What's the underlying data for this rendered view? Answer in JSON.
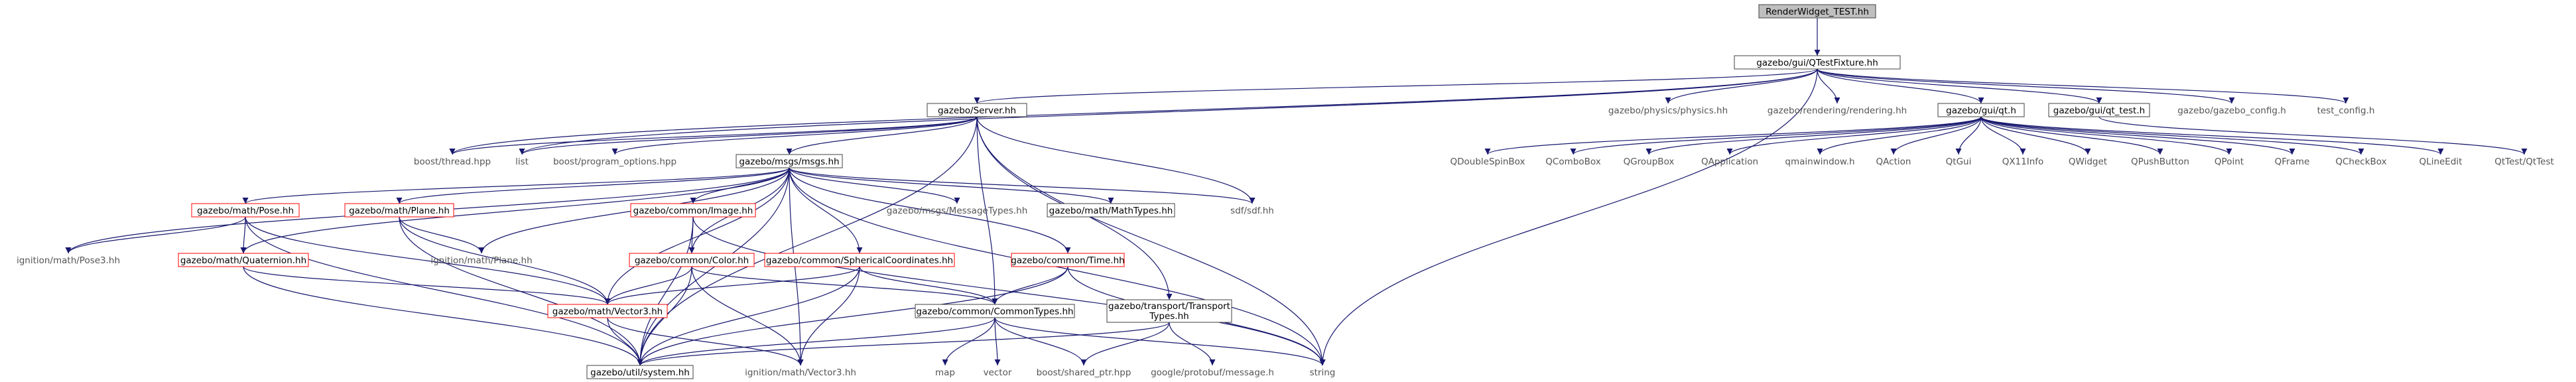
{
  "graph": {
    "colors": {
      "edge": "#191970",
      "node_border": "#404040",
      "node_border_red": "#ff0000",
      "root_fill": "#bfbfbf",
      "ext_text": "#555555"
    },
    "nodes": [
      {
        "id": "root",
        "label": "RenderWidget_TEST.hh",
        "style": "root"
      },
      {
        "id": "qtestfixture",
        "label": "gazebo/gui/QTestFixture.hh",
        "style": "plain"
      },
      {
        "id": "server",
        "label": "gazebo/Server.hh",
        "style": "plain"
      },
      {
        "id": "physics",
        "label": "gazebo/physics/physics.hh",
        "style": "ext"
      },
      {
        "id": "rendering",
        "label": "gazebo/rendering/rendering.hh",
        "style": "ext"
      },
      {
        "id": "qt",
        "label": "gazebo/gui/qt.h",
        "style": "plain"
      },
      {
        "id": "qt_test",
        "label": "gazebo/gui/qt_test.h",
        "style": "plain"
      },
      {
        "id": "gazebo_config",
        "label": "gazebo/gazebo_config.h",
        "style": "ext"
      },
      {
        "id": "test_config",
        "label": "test_config.h",
        "style": "ext"
      },
      {
        "id": "boost_thread",
        "label": "boost/thread.hpp",
        "style": "ext"
      },
      {
        "id": "list",
        "label": "list",
        "style": "ext"
      },
      {
        "id": "program_options",
        "label": "boost/program_options.hpp",
        "style": "ext"
      },
      {
        "id": "msgs",
        "label": "gazebo/msgs/msgs.hh",
        "style": "plain"
      },
      {
        "id": "sdf",
        "label": "sdf/sdf.hh",
        "style": "ext"
      },
      {
        "id": "string",
        "label": "string",
        "style": "ext"
      },
      {
        "id": "qdoublespinbox",
        "label": "QDoubleSpinBox",
        "style": "ext"
      },
      {
        "id": "qcombobox",
        "label": "QComboBox",
        "style": "ext"
      },
      {
        "id": "qgroupbox",
        "label": "QGroupBox",
        "style": "ext"
      },
      {
        "id": "qapplication",
        "label": "QApplication",
        "style": "ext"
      },
      {
        "id": "qmainwindow",
        "label": "qmainwindow.h",
        "style": "ext"
      },
      {
        "id": "qaction",
        "label": "QAction",
        "style": "ext"
      },
      {
        "id": "qtgui",
        "label": "QtGui",
        "style": "ext"
      },
      {
        "id": "qx11info",
        "label": "QX11Info",
        "style": "ext"
      },
      {
        "id": "qwidget",
        "label": "QWidget",
        "style": "ext"
      },
      {
        "id": "qpushbutton",
        "label": "QPushButton",
        "style": "ext"
      },
      {
        "id": "qpoint",
        "label": "QPoint",
        "style": "ext"
      },
      {
        "id": "qframe",
        "label": "QFrame",
        "style": "ext"
      },
      {
        "id": "qcheckbox",
        "label": "QCheckBox",
        "style": "ext"
      },
      {
        "id": "qlineedit",
        "label": "QLineEdit",
        "style": "ext"
      },
      {
        "id": "qttest",
        "label": "QtTest/QtTest",
        "style": "ext"
      },
      {
        "id": "pose",
        "label": "gazebo/math/Pose.hh",
        "style": "red"
      },
      {
        "id": "plane",
        "label": "gazebo/math/Plane.hh",
        "style": "red"
      },
      {
        "id": "image",
        "label": "gazebo/common/Image.hh",
        "style": "red"
      },
      {
        "id": "messagetypes",
        "label": "gazebo/msgs/MessageTypes.hh",
        "style": "ext"
      },
      {
        "id": "mathtypes",
        "label": "gazebo/math/MathTypes.hh",
        "style": "plain"
      },
      {
        "id": "pose3",
        "label": "ignition/math/Pose3.hh",
        "style": "ext"
      },
      {
        "id": "ign_plane",
        "label": "ignition/math/Plane.hh",
        "style": "ext"
      },
      {
        "id": "quaternion",
        "label": "gazebo/math/Quaternion.hh",
        "style": "red"
      },
      {
        "id": "color",
        "label": "gazebo/common/Color.hh",
        "style": "red"
      },
      {
        "id": "spherical",
        "label": "gazebo/common/SphericalCoordinates.hh",
        "style": "red"
      },
      {
        "id": "time",
        "label": "gazebo/common/Time.hh",
        "style": "red"
      },
      {
        "id": "vector3",
        "label": "gazebo/math/Vector3.hh",
        "style": "red"
      },
      {
        "id": "commontypes",
        "label": "gazebo/common/CommonTypes.hh",
        "style": "plain"
      },
      {
        "id": "transporttypes",
        "label": "gazebo/transport/Transport\nTypes.hh",
        "style": "plain"
      },
      {
        "id": "system",
        "label": "gazebo/util/system.hh",
        "style": "plain"
      },
      {
        "id": "ign_vector3",
        "label": "ignition/math/Vector3.hh",
        "style": "ext"
      },
      {
        "id": "map",
        "label": "map",
        "style": "ext"
      },
      {
        "id": "vector",
        "label": "vector",
        "style": "ext"
      },
      {
        "id": "shared_ptr",
        "label": "boost/shared_ptr.hpp",
        "style": "ext"
      },
      {
        "id": "protobuf_message",
        "label": "google/protobuf/message.h",
        "style": "ext"
      }
    ],
    "edges": [
      [
        "root",
        "qtestfixture"
      ],
      [
        "qtestfixture",
        "server"
      ],
      [
        "qtestfixture",
        "physics"
      ],
      [
        "qtestfixture",
        "rendering"
      ],
      [
        "qtestfixture",
        "qt"
      ],
      [
        "qtestfixture",
        "qt_test"
      ],
      [
        "qtestfixture",
        "gazebo_config"
      ],
      [
        "qtestfixture",
        "test_config"
      ],
      [
        "qtestfixture",
        "boost_thread"
      ],
      [
        "qtestfixture",
        "list"
      ],
      [
        "qtestfixture",
        "string"
      ],
      [
        "server",
        "boost_thread"
      ],
      [
        "server",
        "list"
      ],
      [
        "server",
        "program_options"
      ],
      [
        "server",
        "msgs"
      ],
      [
        "server",
        "sdf"
      ],
      [
        "server",
        "string"
      ],
      [
        "server",
        "commontypes"
      ],
      [
        "server",
        "transporttypes"
      ],
      [
        "server",
        "system"
      ],
      [
        "qt",
        "qdoublespinbox"
      ],
      [
        "qt",
        "qcombobox"
      ],
      [
        "qt",
        "qgroupbox"
      ],
      [
        "qt",
        "qapplication"
      ],
      [
        "qt",
        "qmainwindow"
      ],
      [
        "qt",
        "qaction"
      ],
      [
        "qt",
        "qtgui"
      ],
      [
        "qt",
        "qx11info"
      ],
      [
        "qt",
        "qwidget"
      ],
      [
        "qt",
        "qpushbutton"
      ],
      [
        "qt",
        "qpoint"
      ],
      [
        "qt",
        "qframe"
      ],
      [
        "qt",
        "qcheckbox"
      ],
      [
        "qt",
        "qlineedit"
      ],
      [
        "qt_test",
        "qttest"
      ],
      [
        "msgs",
        "pose"
      ],
      [
        "msgs",
        "plane"
      ],
      [
        "msgs",
        "image"
      ],
      [
        "msgs",
        "messagetypes"
      ],
      [
        "msgs",
        "mathtypes"
      ],
      [
        "msgs",
        "sdf"
      ],
      [
        "msgs",
        "pose3"
      ],
      [
        "msgs",
        "ign_plane"
      ],
      [
        "msgs",
        "quaternion"
      ],
      [
        "msgs",
        "color"
      ],
      [
        "msgs",
        "spherical"
      ],
      [
        "msgs",
        "time"
      ],
      [
        "msgs",
        "vector3"
      ],
      [
        "msgs",
        "system"
      ],
      [
        "msgs",
        "string"
      ],
      [
        "msgs",
        "ign_vector3"
      ],
      [
        "pose",
        "pose3"
      ],
      [
        "pose",
        "quaternion"
      ],
      [
        "pose",
        "vector3"
      ],
      [
        "pose",
        "system"
      ],
      [
        "plane",
        "ign_plane"
      ],
      [
        "plane",
        "vector3"
      ],
      [
        "plane",
        "system"
      ],
      [
        "image",
        "color"
      ],
      [
        "image",
        "system"
      ],
      [
        "image",
        "string"
      ],
      [
        "quaternion",
        "vector3"
      ],
      [
        "quaternion",
        "system"
      ],
      [
        "color",
        "vector3"
      ],
      [
        "color",
        "system"
      ],
      [
        "color",
        "ign_vector3"
      ],
      [
        "color",
        "commontypes"
      ],
      [
        "spherical",
        "vector3"
      ],
      [
        "spherical",
        "system"
      ],
      [
        "spherical",
        "ign_vector3"
      ],
      [
        "spherical",
        "commontypes"
      ],
      [
        "time",
        "commontypes"
      ],
      [
        "time",
        "system"
      ],
      [
        "time",
        "string"
      ],
      [
        "vector3",
        "system"
      ],
      [
        "vector3",
        "ign_vector3"
      ],
      [
        "commontypes",
        "map"
      ],
      [
        "commontypes",
        "vector"
      ],
      [
        "commontypes",
        "shared_ptr"
      ],
      [
        "commontypes",
        "string"
      ],
      [
        "commontypes",
        "system"
      ],
      [
        "transporttypes",
        "shared_ptr"
      ],
      [
        "transporttypes",
        "protobuf_message"
      ],
      [
        "transporttypes",
        "system"
      ]
    ]
  }
}
